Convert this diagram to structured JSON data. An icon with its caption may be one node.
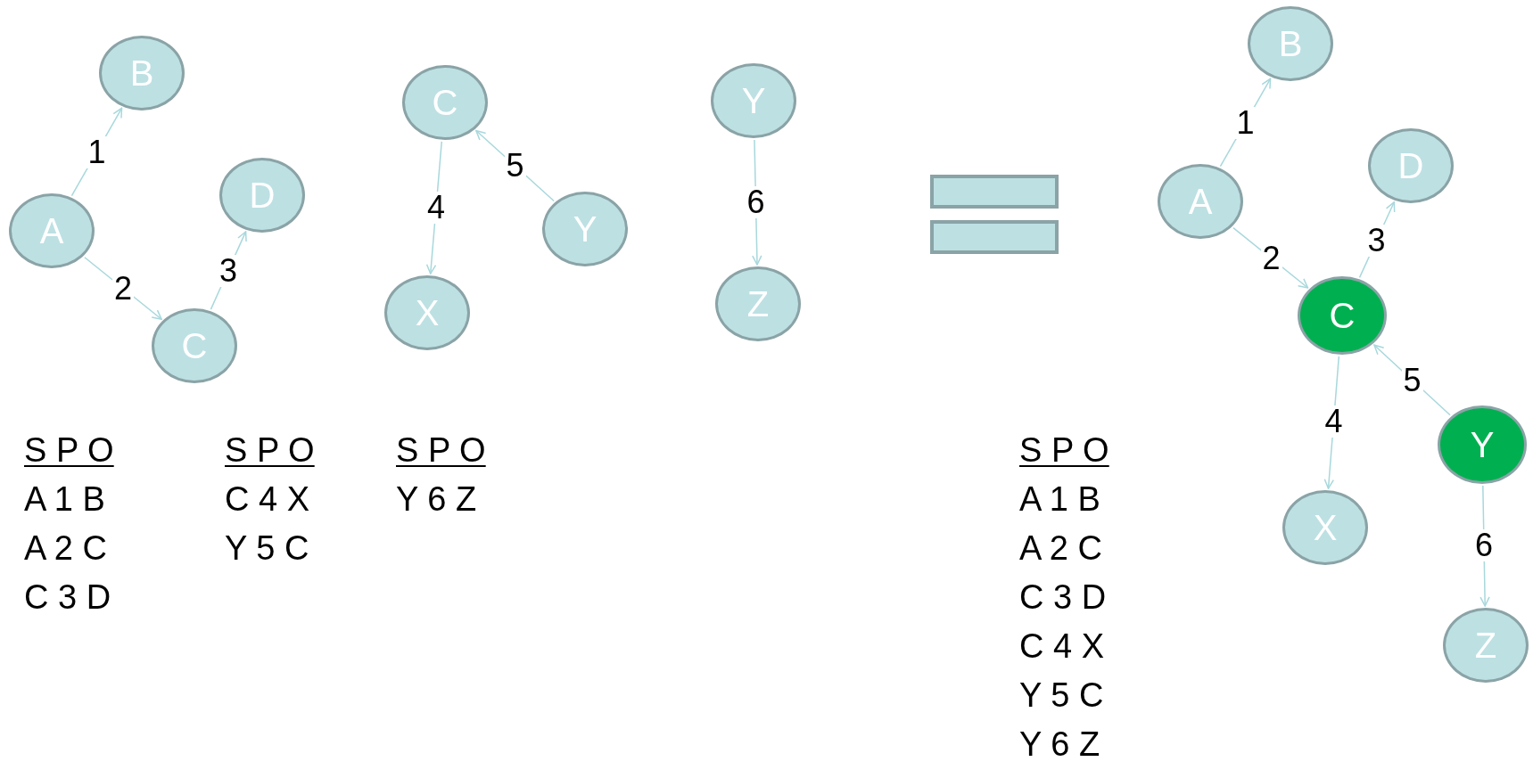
{
  "diagram": {
    "nodes": [
      {
        "text": [
          "A"
        ]
      },
      {
        "text": [
          "B"
        ]
      },
      {
        "text": [
          "C"
        ]
      },
      {
        "text": [
          "D"
        ]
      },
      {
        "text": [
          "C"
        ]
      },
      {
        "text": [
          "X"
        ]
      },
      {
        "text": [
          "Y"
        ]
      },
      {
        "text": [
          "Y"
        ]
      },
      {
        "text": [
          "Z"
        ]
      },
      {
        "text": [
          "B"
        ]
      },
      {
        "text": [
          "A"
        ]
      },
      {
        "text": [
          "D"
        ]
      },
      {
        "text": [
          "C"
        ]
      },
      {
        "text": [
          "Y"
        ]
      },
      {
        "text": [
          "X"
        ]
      },
      {
        "text": [
          "Z"
        ]
      }
    ],
    "edges": [
      {
        "from": 0,
        "to": 1,
        "arrow": "to",
        "label": "1"
      },
      {
        "from": 0,
        "to": 2,
        "arrow": "to",
        "label": "2"
      },
      {
        "from": 2,
        "to": 3,
        "arrow": "to",
        "label": "3"
      },
      {
        "from": 4,
        "to": 5,
        "arrow": "to",
        "label": "4"
      },
      {
        "from": 6,
        "to": 4,
        "arrow": "to",
        "label": "5"
      },
      {
        "from": 7,
        "to": 8,
        "arrow": "to",
        "label": "6"
      },
      {
        "from": 10,
        "to": 9,
        "arrow": "to",
        "label": "1"
      },
      {
        "from": 10,
        "to": 12,
        "arrow": "to",
        "label": "2"
      },
      {
        "from": 12,
        "to": 11,
        "arrow": "to",
        "label": "3"
      },
      {
        "from": 12,
        "to": 14,
        "arrow": "to",
        "label": "4"
      },
      {
        "from": 13,
        "to": 12,
        "arrow": "to",
        "label": "5"
      },
      {
        "from": 13,
        "to": 15,
        "arrow": "to",
        "label": "6"
      }
    ],
    "labels": [
      "S P O",
      "A 1 B",
      "A 2 C",
      "C 3 D",
      "S P O",
      "C 4 X",
      "Y 5 C",
      "S P O",
      "Y 6 Z",
      "S P O",
      "A 1 B",
      "A 2 C",
      "C 3 D",
      "C 4 X",
      "Y 5 C",
      "Y 6 Z"
    ]
  }
}
